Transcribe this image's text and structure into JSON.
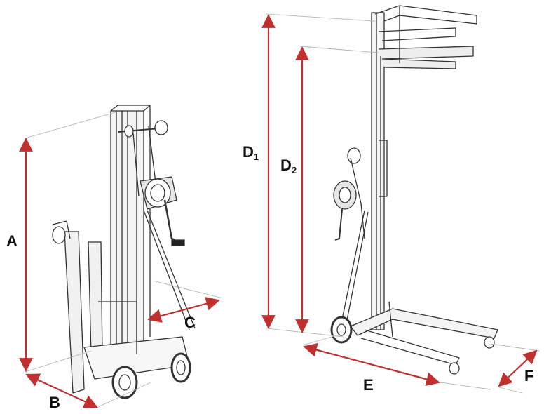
{
  "colors": {
    "dimension": "#c0302e",
    "line": "#333333",
    "guide": "#b5b5b5",
    "background": "#ffffff"
  },
  "labels": {
    "A": "A",
    "B": "B",
    "C": "C",
    "D1": {
      "letter": "D",
      "sub": "1"
    },
    "D2": {
      "letter": "D",
      "sub": "2"
    },
    "E": "E",
    "F": "F"
  }
}
